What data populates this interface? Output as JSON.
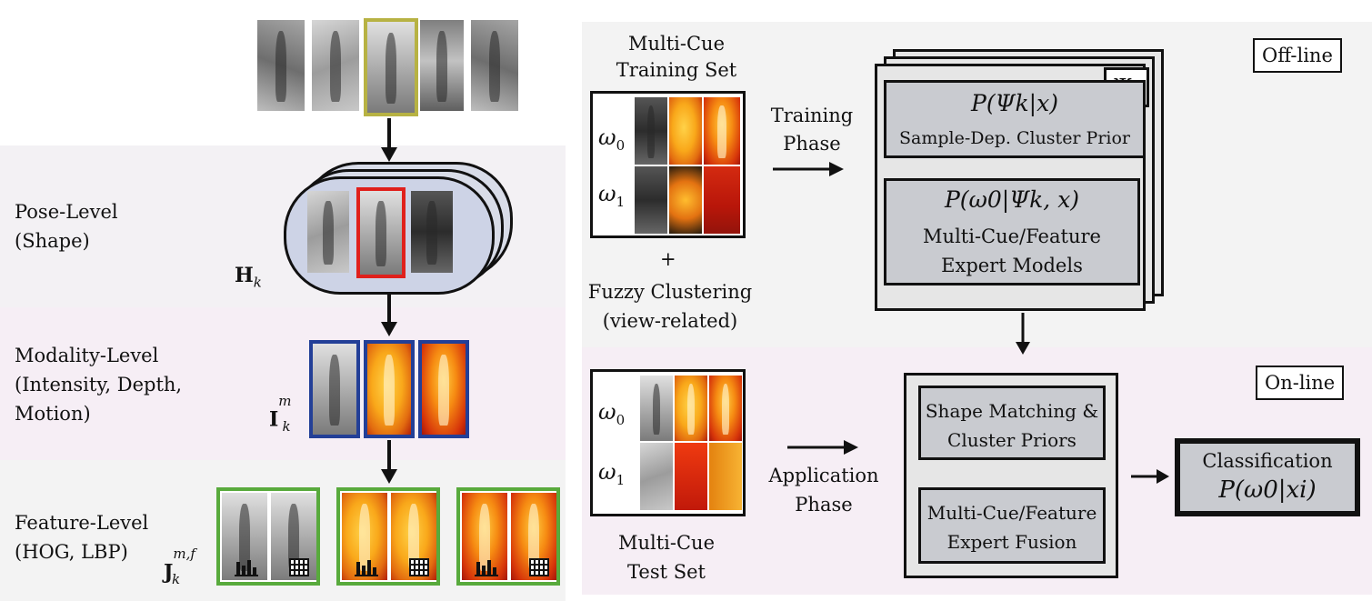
{
  "left_panel": {
    "levels": [
      {
        "id": "pose",
        "line1": "Pose-Level",
        "line2": "(Shape)",
        "symbol": "H",
        "subscript": "k",
        "superscript": ""
      },
      {
        "id": "modality",
        "line1": "Modality-Level",
        "line2": "(Intensity, Depth,",
        "line3": "Motion)",
        "symbol": "I",
        "subscript": "k",
        "superscript": "m"
      },
      {
        "id": "feature",
        "line1": "Feature-Level",
        "line2": "(HOG, LBP)",
        "symbol": "J",
        "subscript": "k",
        "superscript": "m,f"
      }
    ],
    "band_colors": {
      "pose": "#f3f1f4",
      "modality": "#f6eef5",
      "feature": "#f3f3f3"
    },
    "frame_colors": {
      "selected": "#b7b243",
      "pose": "#e0201c",
      "modality": "#233f97",
      "feature": "#58aa3c"
    }
  },
  "right_panel": {
    "offline_label": "Off-line",
    "online_label": "On-line",
    "training_set": {
      "line1": "Multi-Cue",
      "line2": "Training Set",
      "row0": "ω",
      "row0_sub": "0",
      "row1": "ω",
      "row1_sub": "1"
    },
    "plus": "+",
    "clustering": {
      "line1": "Fuzzy Clustering",
      "line2": "(view-related)"
    },
    "training_phase": {
      "line1": "Training",
      "line2": "Phase"
    },
    "psi_label": "Ψ",
    "psi_sub": "k",
    "cluster_prior": {
      "formula": "P(Ψk|x)",
      "caption": "Sample-Dep. Cluster Prior"
    },
    "expert_models": {
      "formula": "P(ω0|Ψk, x)",
      "line1": "Multi-Cue/Feature",
      "line2": "Expert Models"
    },
    "test_set": {
      "line1": "Multi-Cue",
      "line2": "Test Set",
      "row0": "ω",
      "row0_sub": "0",
      "row1": "ω",
      "row1_sub": "1"
    },
    "application_phase": {
      "line1": "Application",
      "line2": "Phase"
    },
    "shape_matching": {
      "line1": "Shape Matching &",
      "line2": "Cluster Priors"
    },
    "expert_fusion": {
      "line1": "Multi-Cue/Feature",
      "line2": "Expert Fusion"
    },
    "classification": {
      "line1": "Classification",
      "formula": "P(ω0|xi)"
    },
    "band_colors": {
      "offline": "#f3f3f3",
      "online": "#f6eef5"
    }
  }
}
